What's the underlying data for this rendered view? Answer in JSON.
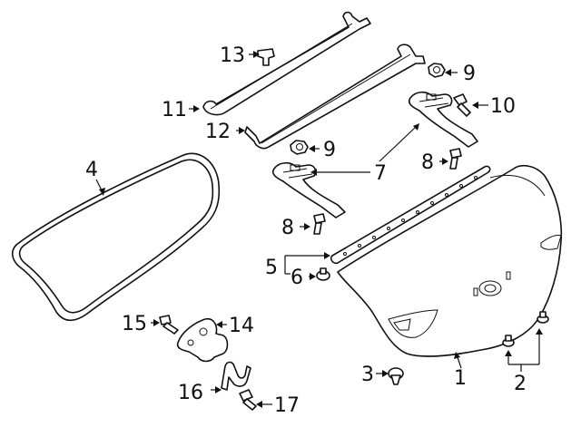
{
  "callouts": {
    "c1": "1",
    "c2": "2",
    "c3": "3",
    "c4": "4",
    "c5": "5",
    "c6": "6",
    "c7": "7",
    "c8a": "8",
    "c8b": "8",
    "c9a": "9",
    "c9b": "9",
    "c10": "10",
    "c11": "11",
    "c12": "12",
    "c13": "13",
    "c14": "14",
    "c15": "15",
    "c16": "16",
    "c17": "17"
  }
}
